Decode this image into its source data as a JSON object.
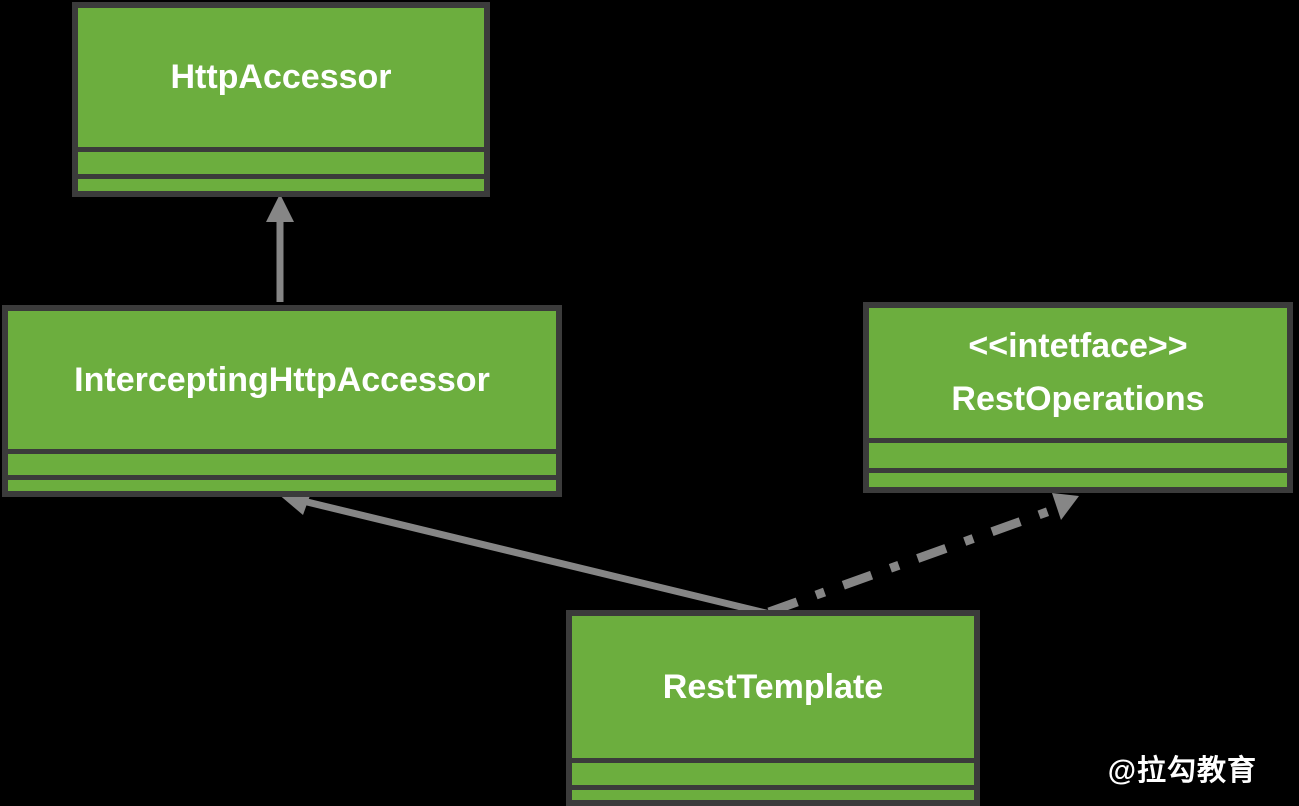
{
  "diagram": {
    "type": "uml-class-diagram",
    "nodes": [
      {
        "id": "http-accessor",
        "label": "HttpAccessor"
      },
      {
        "id": "intercepting-http-accessor",
        "label": "InterceptingHttpAccessor"
      },
      {
        "id": "rest-operations",
        "stereotype": "<<intetface>>",
        "label": "RestOperations"
      },
      {
        "id": "rest-template",
        "label": "RestTemplate"
      }
    ],
    "edges": [
      {
        "from": "InterceptingHttpAccessor",
        "to": "HttpAccessor",
        "line_style": "solid",
        "arrowhead": "filled-triangle"
      },
      {
        "from": "RestTemplate",
        "to": "InterceptingHttpAccessor",
        "line_style": "solid",
        "arrowhead": "filled-triangle"
      },
      {
        "from": "RestTemplate",
        "to": "RestOperations",
        "line_style": "dash-dot",
        "arrowhead": "filled-triangle"
      }
    ]
  },
  "watermark": "@拉勾教育",
  "colors": {
    "background": "#000000",
    "node_fill": "#6CAE3E",
    "node_border": "#3B3B3B",
    "edge": "#868686",
    "text": "#FFFFFF"
  }
}
